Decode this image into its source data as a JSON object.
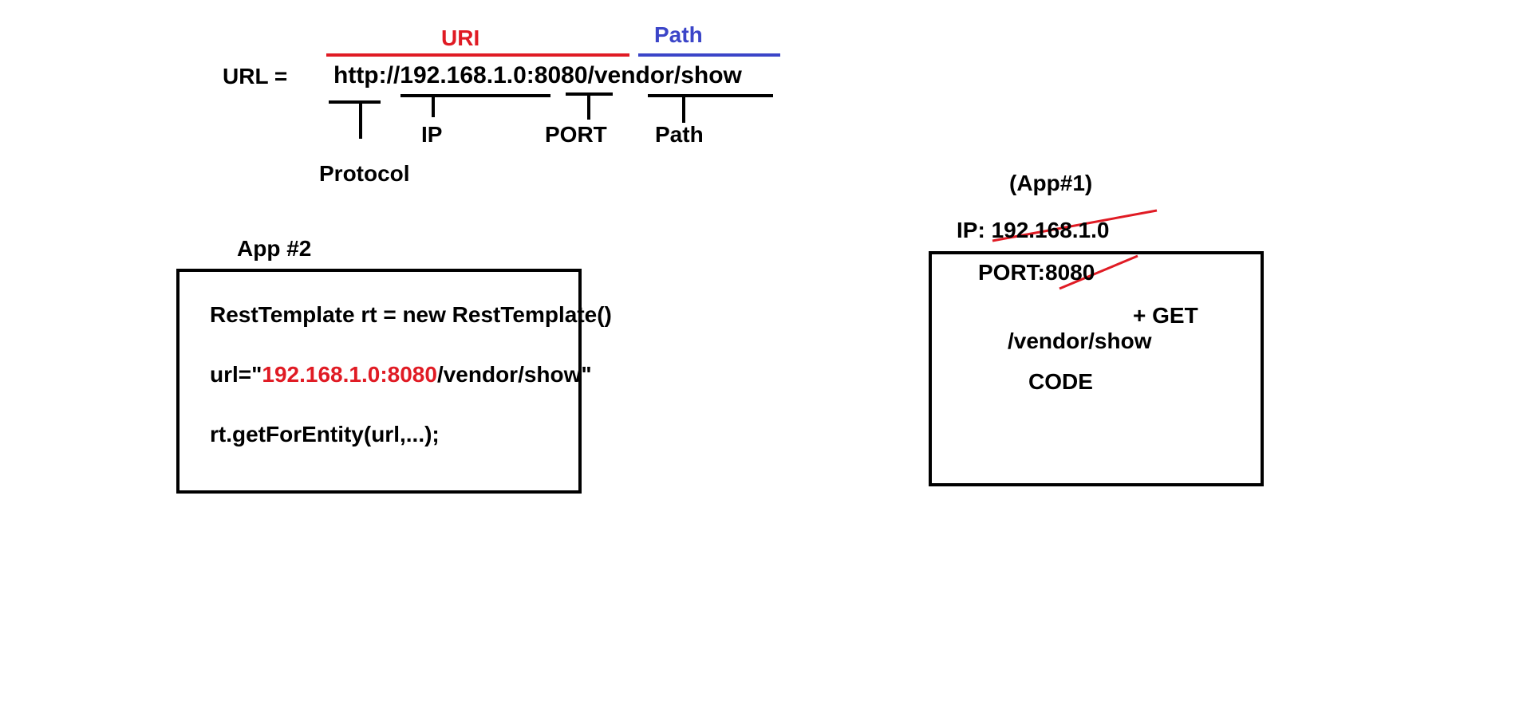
{
  "url_diagram": {
    "url_label": "URL =",
    "url": {
      "protocol": "http://",
      "ip": "192.168.1.0",
      "colon": ":",
      "port": "8080",
      "path": "/vendor/show"
    },
    "uri_label": "URI",
    "path_top_label": "Path",
    "protocol_label": "Protocol",
    "ip_label": "IP",
    "port_label": "PORT",
    "path_label": "Path"
  },
  "app2": {
    "title": "App #2",
    "line1": "RestTemplate rt = new RestTemplate()",
    "line2_prefix": "url=\"",
    "line2_highlight": "192.168.1.0:8080",
    "line2_suffix": "/vendor/show\"",
    "line3": "rt.getForEntity(url,...);"
  },
  "app1": {
    "title": "(App#1)",
    "ip_label": "IP: ",
    "ip_value": "192.168.1.0",
    "port_label": "PORT:",
    "port_value": "8080",
    "method": "+ GET",
    "path": "/vendor/show",
    "code": "CODE"
  },
  "colors": {
    "uri": "#e01b24",
    "path": "#3b45c8",
    "highlight": "#e01b24",
    "strike": "#e01b24"
  }
}
